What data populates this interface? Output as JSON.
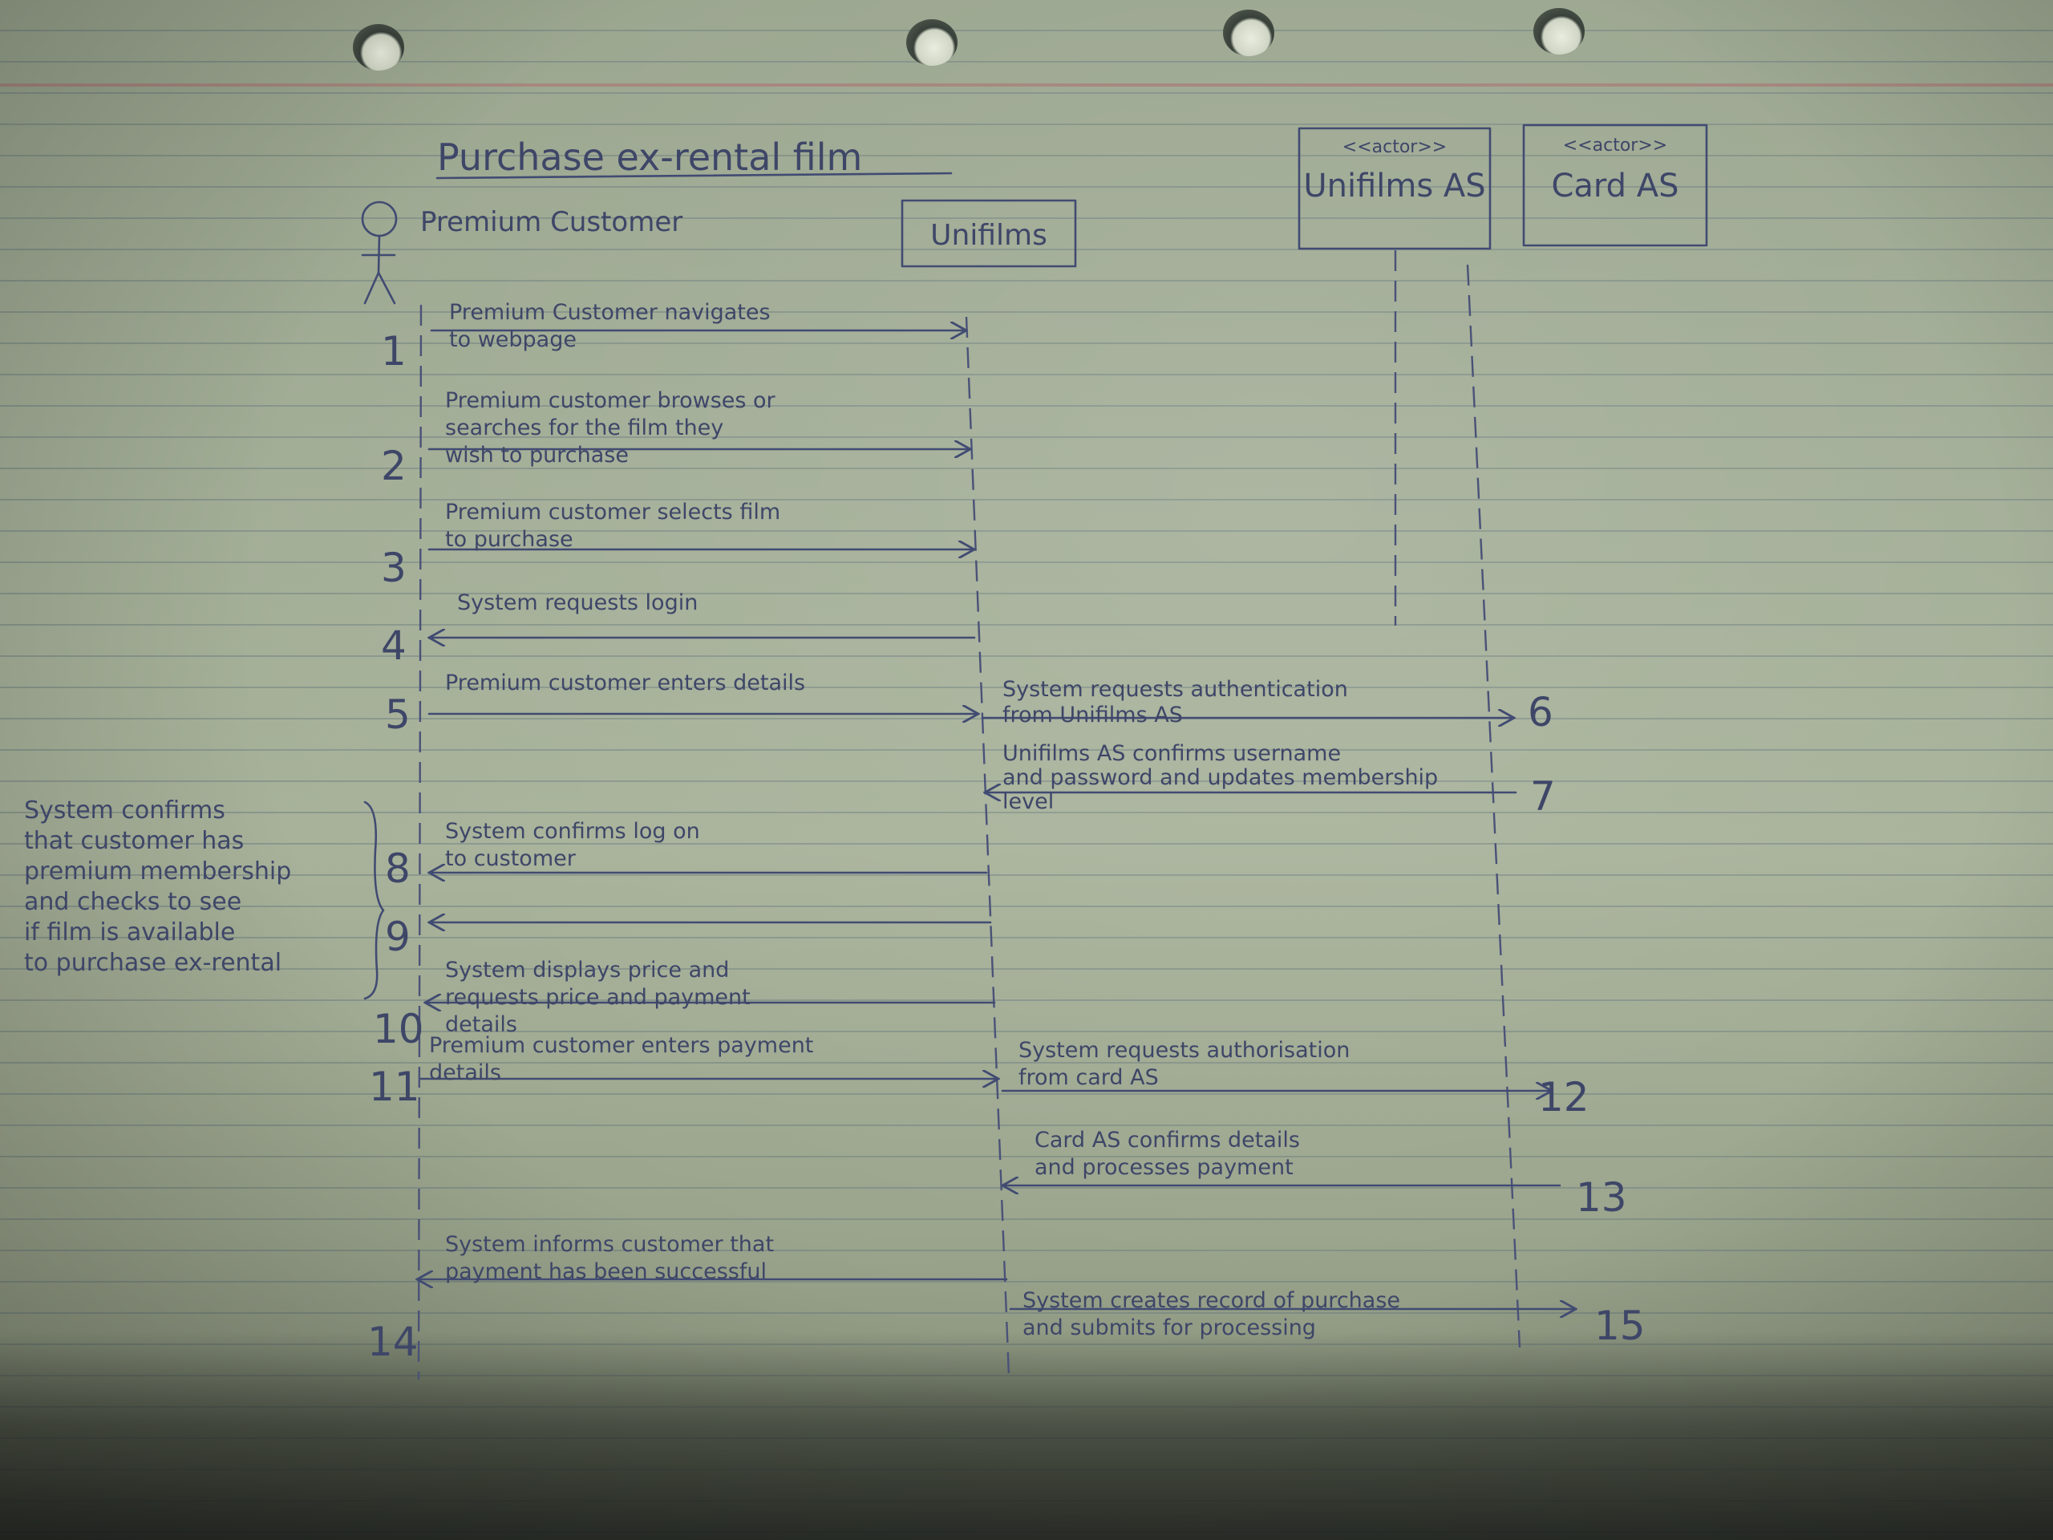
{
  "diagram": {
    "title": "Purchase ex-rental film",
    "participants": {
      "customer": "Premium Customer",
      "unifilms": "Unifilms",
      "unifilms_as": {
        "stereotype": "<<actor>>",
        "name": "Unifilms AS"
      },
      "card_as": {
        "stereotype": "<<actor>>",
        "name": "Card AS"
      }
    },
    "note": {
      "lines": [
        "System confirms",
        "that customer has",
        "premium membership",
        "and checks to see",
        "if film is available",
        "to purchase ex-rental"
      ]
    },
    "messages": [
      {
        "num": "1",
        "lines": [
          "Premium Customer navigates",
          "to webpage"
        ]
      },
      {
        "num": "2",
        "lines": [
          "Premium customer browses or",
          "searches for the film they",
          "wish to purchase"
        ]
      },
      {
        "num": "3",
        "lines": [
          "Premium customer selects film",
          "to purchase"
        ]
      },
      {
        "num": "4",
        "lines": [
          "System requests login"
        ]
      },
      {
        "num": "5",
        "lines": [
          "Premium customer enters details"
        ]
      },
      {
        "num": "6",
        "lines": [
          "System requests authentication",
          "from Unifilms AS"
        ]
      },
      {
        "num": "7",
        "lines": [
          "Unifilms AS confirms username",
          "and password and updates membership",
          "level"
        ]
      },
      {
        "num": "8",
        "lines": [
          "System confirms log on",
          "to customer"
        ]
      },
      {
        "num": "9",
        "lines": []
      },
      {
        "num": "10",
        "lines": [
          "System displays price and",
          "requests price and payment",
          "details"
        ]
      },
      {
        "num": "11",
        "lines": [
          "Premium customer enters payment",
          "details"
        ]
      },
      {
        "num": "12",
        "lines": [
          "System requests authorisation",
          "from card AS"
        ]
      },
      {
        "num": "13",
        "lines": [
          "Card AS confirms details",
          "and processes payment"
        ]
      },
      {
        "num": "14",
        "lines": [
          "System informs customer that",
          "payment has been successful"
        ]
      },
      {
        "num": "15",
        "lines": [
          "System creates record of purchase",
          "and submits for processing"
        ]
      }
    ]
  }
}
